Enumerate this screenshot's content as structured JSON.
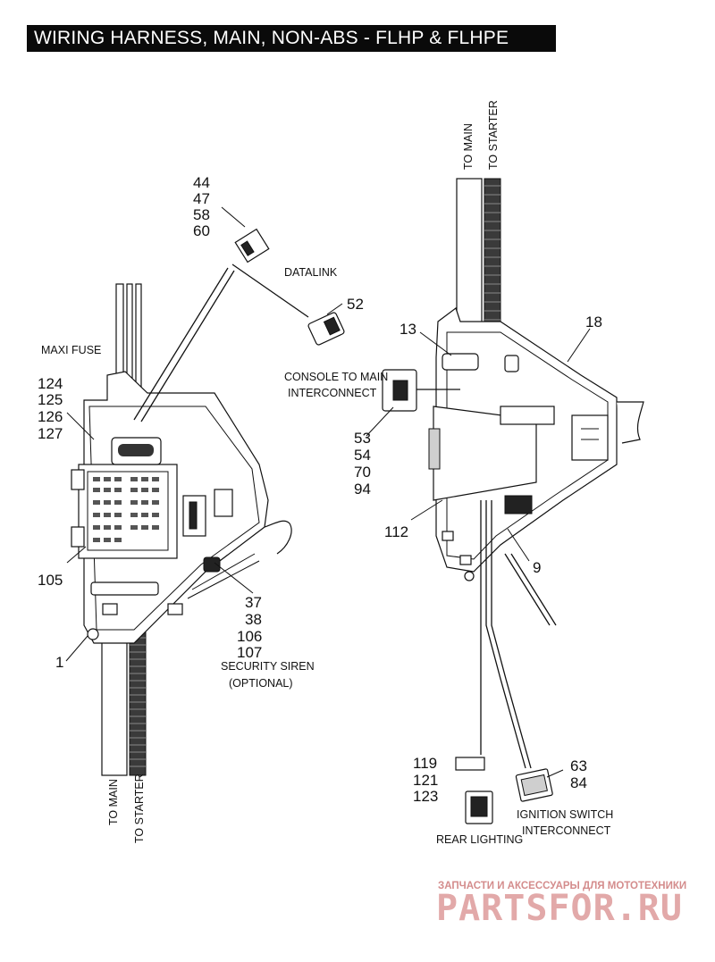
{
  "title": "WIRING HARNESS, MAIN, NON-ABS - FLHP & FLHPE",
  "labels": {
    "to_main": "TO MAIN",
    "to_starter": "TO STARTER",
    "datalink": "DATALINK",
    "maxi_fuse": "MAXI FUSE",
    "console_line1": "CONSOLE TO MAIN",
    "console_line2": "INTERCONNECT",
    "security_line1": "SECURITY SIREN",
    "security_line2": "(OPTIONAL)",
    "rear_lighting": "REAR LIGHTING",
    "ignition_line1": "IGNITION SWITCH",
    "ignition_line2": "INTERCONNECT"
  },
  "callouts": {
    "c44": "44",
    "c47": "47",
    "c58": "58",
    "c60": "60",
    "c52": "52",
    "c124": "124",
    "c125": "125",
    "c126": "126",
    "c127": "127",
    "c105": "105",
    "c37": "37",
    "c38": "38",
    "c106": "106",
    "c107": "107",
    "c1": "1",
    "c13": "13",
    "c18": "18",
    "c53": "53",
    "c54": "54",
    "c70": "70",
    "c94": "94",
    "c112": "112",
    "c9": "9",
    "c119": "119",
    "c121": "121",
    "c123": "123",
    "c63": "63",
    "c84": "84"
  },
  "watermark": {
    "line1": "ЗАПЧАСТИ И АКСЕССУАРЫ ДЛЯ МОТОТЕХНИКИ",
    "line2": "PARTSFOR.RU"
  }
}
